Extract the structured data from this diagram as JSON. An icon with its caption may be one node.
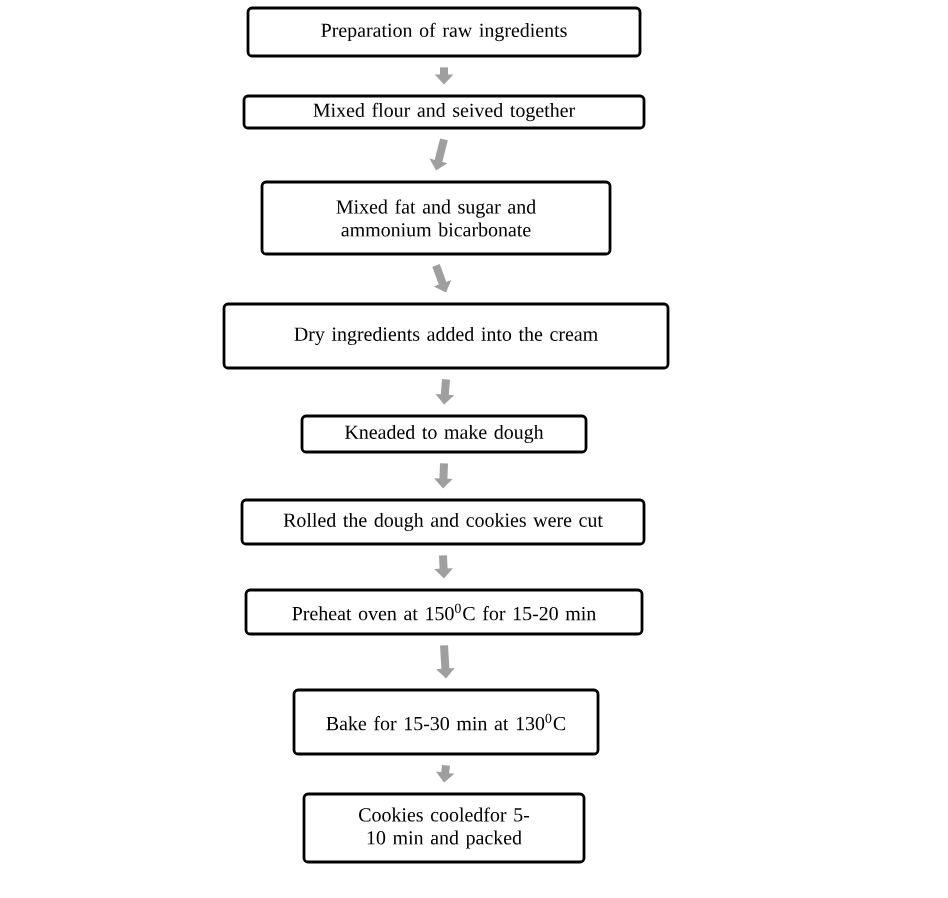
{
  "diagram": {
    "nodes": [
      {
        "text": [
          "Preparation of raw ingredients"
        ]
      },
      {
        "text": [
          "Mixed flour and seived together"
        ]
      },
      {
        "text": [
          "Mixed fat and sugar and ammonium bicarbonate"
        ]
      },
      {
        "text": [
          "Dry ingredients added into the cream"
        ]
      },
      {
        "text": [
          "Kneaded to make dough"
        ]
      },
      {
        "text": [
          "Rolled the dough and cookies were cut"
        ]
      },
      {
        "text": [
          "Preheat oven at 150$^{0}$C for 15-20 min"
        ]
      },
      {
        "text": [
          "Bake for 15-30 min at 130$^{0}$C"
        ]
      },
      {
        "text": [
          "Cookies cooledfor 5-10 min and packed"
        ]
      }
    ],
    "edges": [
      {
        "from": 0,
        "to": 1,
        "arrow": "to"
      },
      {
        "from": 1,
        "to": 2,
        "arrow": "to"
      },
      {
        "from": 2,
        "to": 3,
        "arrow": "to"
      },
      {
        "from": 3,
        "to": 4,
        "arrow": "to"
      },
      {
        "from": 4,
        "to": 5,
        "arrow": "to"
      },
      {
        "from": 5,
        "to": 6,
        "arrow": "to"
      },
      {
        "from": 6,
        "to": 7,
        "arrow": "to"
      },
      {
        "from": 7,
        "to": 8,
        "arrow": "to"
      }
    ]
  }
}
